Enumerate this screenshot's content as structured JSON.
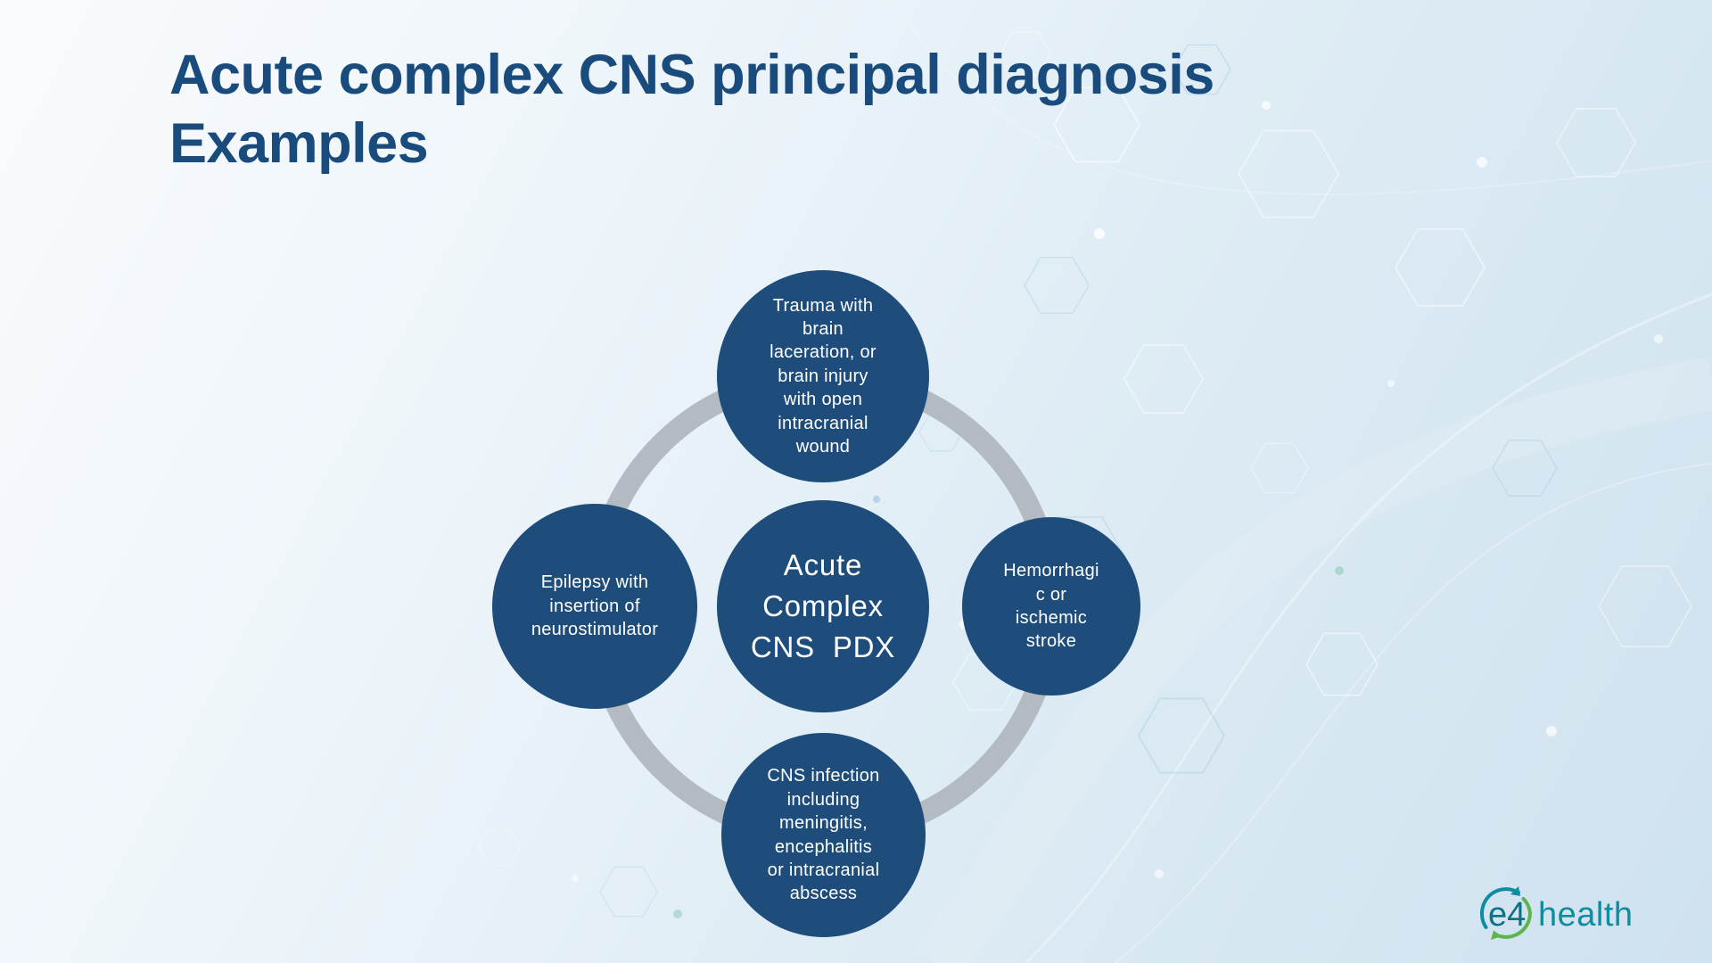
{
  "slide": {
    "title": "Acute complex CNS principal diagnosis\nExamples"
  },
  "diagram": {
    "center_label": "Acute\nComplex\nCNS  PDX",
    "nodes": [
      {
        "position": "top",
        "label": "Trauma with\nbrain\nlaceration, or\nbrain injury\nwith open\nintracranial\nwound"
      },
      {
        "position": "right",
        "label": "Hemorrhagi\nc or\nischemic\nstroke"
      },
      {
        "position": "bottom",
        "label": "CNS infection\nincluding\nmeningitis,\nencephalitis\nor intracranial\nabscess"
      },
      {
        "position": "left",
        "label": "Epilepsy with\ninsertion of\nneurostimulator"
      }
    ],
    "colors": {
      "node_fill": "#1E4D7B",
      "node_text": "#FFFFFF",
      "ring": "#B3BAC1",
      "title_text": "#1A4B7D"
    }
  },
  "logo": {
    "part_e4": "e4",
    "part_health": "health",
    "teal": "#0F8CA0",
    "dark_teal": "#0B7285",
    "green": "#5CB54C"
  }
}
